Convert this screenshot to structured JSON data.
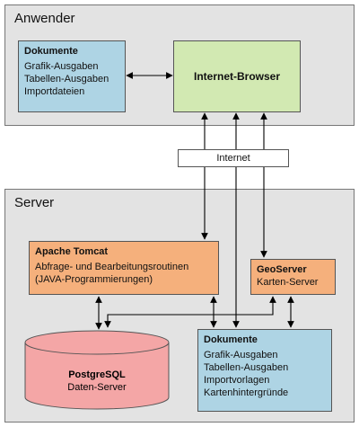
{
  "colors": {
    "panel_bg": "#e3e3e3",
    "dokumente_blue": "#aed4e4",
    "browser_green": "#d2e9b2",
    "server_orange": "#f5b07c",
    "db_pink": "#f4a6a6"
  },
  "anwender": {
    "title": "Anwender",
    "dokumente": {
      "title": "Dokumente",
      "lines": [
        "Grafik-Ausgaben",
        "Tabellen-Ausgaben",
        "Importdateien"
      ]
    },
    "browser": {
      "title": "Internet-Browser"
    }
  },
  "internet": {
    "label": "Internet"
  },
  "server": {
    "title": "Server",
    "tomcat": {
      "title": "Apache Tomcat",
      "lines": [
        "Abfrage- und Bearbeitungsroutinen",
        "(JAVA-Programmierungen)"
      ]
    },
    "geoserver": {
      "title": "GeoServer",
      "subtitle": "Karten-Server"
    },
    "postgres": {
      "title": "PostgreSQL",
      "subtitle": "Daten-Server"
    },
    "dokumente": {
      "title": "Dokumente",
      "lines": [
        "Grafik-Ausgaben",
        "Tabellen-Ausgaben",
        "Importvorlagen",
        "Kartenhintergründe"
      ]
    }
  }
}
